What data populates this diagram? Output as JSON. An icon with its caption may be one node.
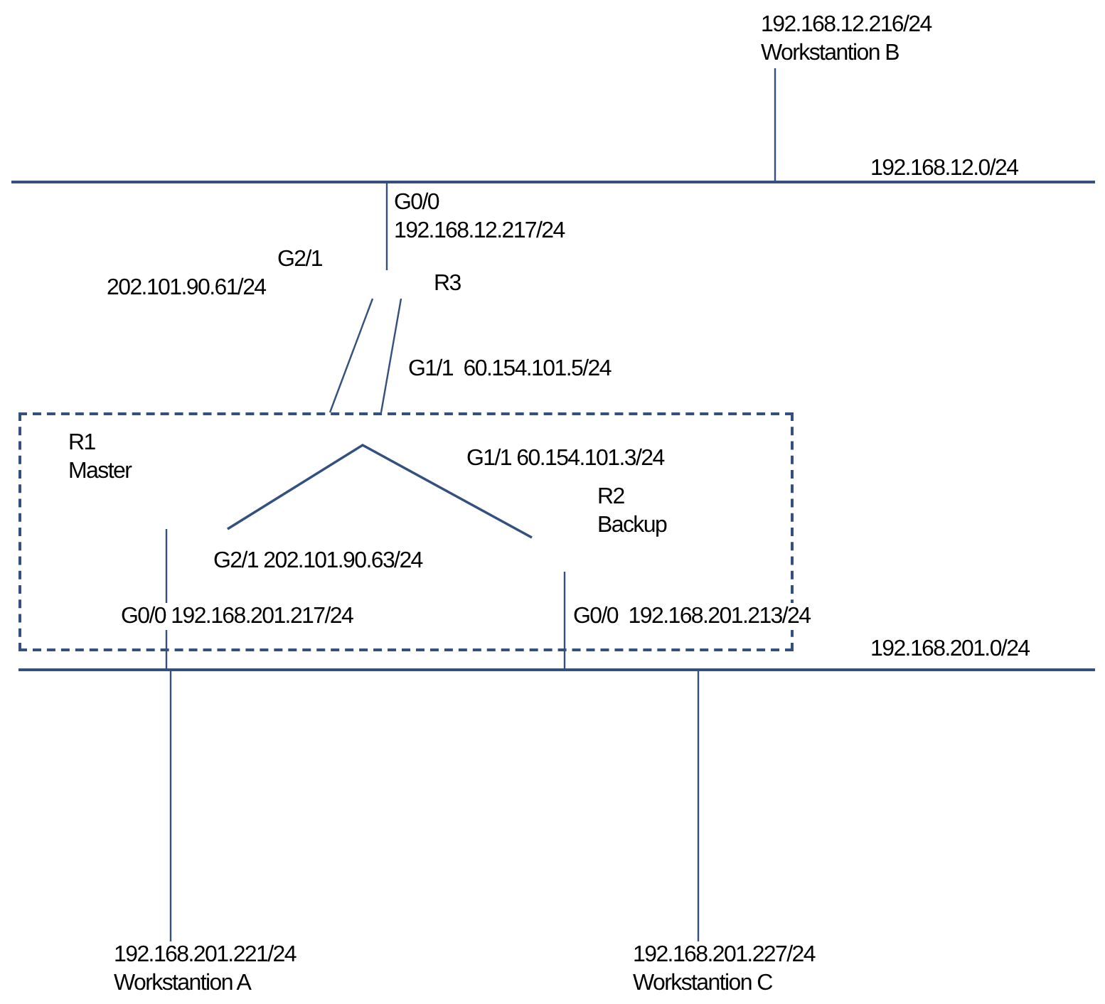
{
  "diagram": {
    "nodes": [
      {
        "text": [
          "192.168.12.216/24",
          "Workstantion B"
        ]
      },
      {
        "text": [],
        "shape": "bar",
        "beside": [
          "192.168.12.0/24"
        ]
      },
      {
        "text": [
          "R3"
        ]
      },
      {
        "text": [],
        "shape": "box"
      },
      {
        "text": [
          "R1",
          "Master"
        ],
        "in": 3
      },
      {
        "text": [
          "R2",
          "Backup"
        ],
        "in": 3
      },
      {
        "text": [],
        "shape": "bar",
        "beside": [
          "192.168.201.0/24"
        ]
      },
      {
        "text": [
          "192.168.201.221/24",
          "Workstantion A"
        ]
      },
      {
        "text": [
          "192.168.201.227/24",
          "Workstantion C"
        ]
      }
    ],
    "edges": [
      {
        "from": 0,
        "to": 1,
        "arrow": "none"
      },
      {
        "from": 2,
        "to": 1,
        "arrow": "none"
      },
      {
        "from": 2,
        "to": 3,
        "arrow": "none"
      },
      {
        "from": 2,
        "to": 3,
        "arrow": "none"
      },
      {
        "from": 4,
        "to": 5,
        "arrow": "none"
      },
      {
        "from": 4,
        "to": 6,
        "arrow": "none"
      },
      {
        "from": 5,
        "to": 6,
        "arrow": "none"
      },
      {
        "from": 7,
        "to": 6,
        "arrow": "none"
      },
      {
        "from": 8,
        "to": 6,
        "arrow": "none"
      }
    ],
    "labels": [
      "G0/0",
      "192.168.12.217/24",
      "G2/1",
      "202.101.90.61/24",
      "G1/1  60.154.101.5/24",
      "G1/1 60.154.101.3/24",
      "G2/1 202.101.90.63/24",
      "G0/0 192.168.201.217/24",
      "G0/0  192.168.201.213/24"
    ]
  }
}
